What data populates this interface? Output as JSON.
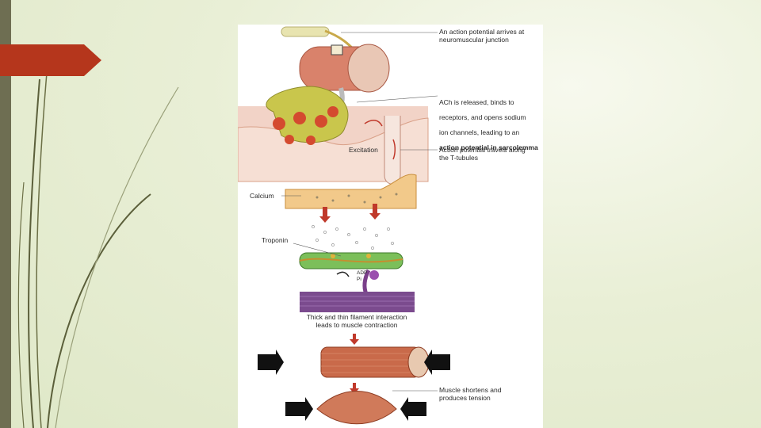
{
  "slide": {
    "accent_color": "#b5361c",
    "sidebar_color": "#6e6e52",
    "background_color": "#e9efd6"
  },
  "figure": {
    "labels": {
      "step1": "An action potential arrives at\nneuromuscular junction",
      "step2_line1": "ACh is released, binds to",
      "step2_line2": "receptors, and opens sodium",
      "step2_line3": "ion channels, leading to an",
      "step2_line4": "action potential in sarcolemma",
      "step3": "Action potential travels along\nthe T-tubules",
      "excitation": "Excitation",
      "calcium": "Calcium",
      "troponin": "Troponin",
      "adp": "ADP",
      "pi": "Pi",
      "step4": "Thick and thin filament interaction\nleads to muscle contraction",
      "step5": "Muscle shortens and\nproduces tension"
    }
  }
}
